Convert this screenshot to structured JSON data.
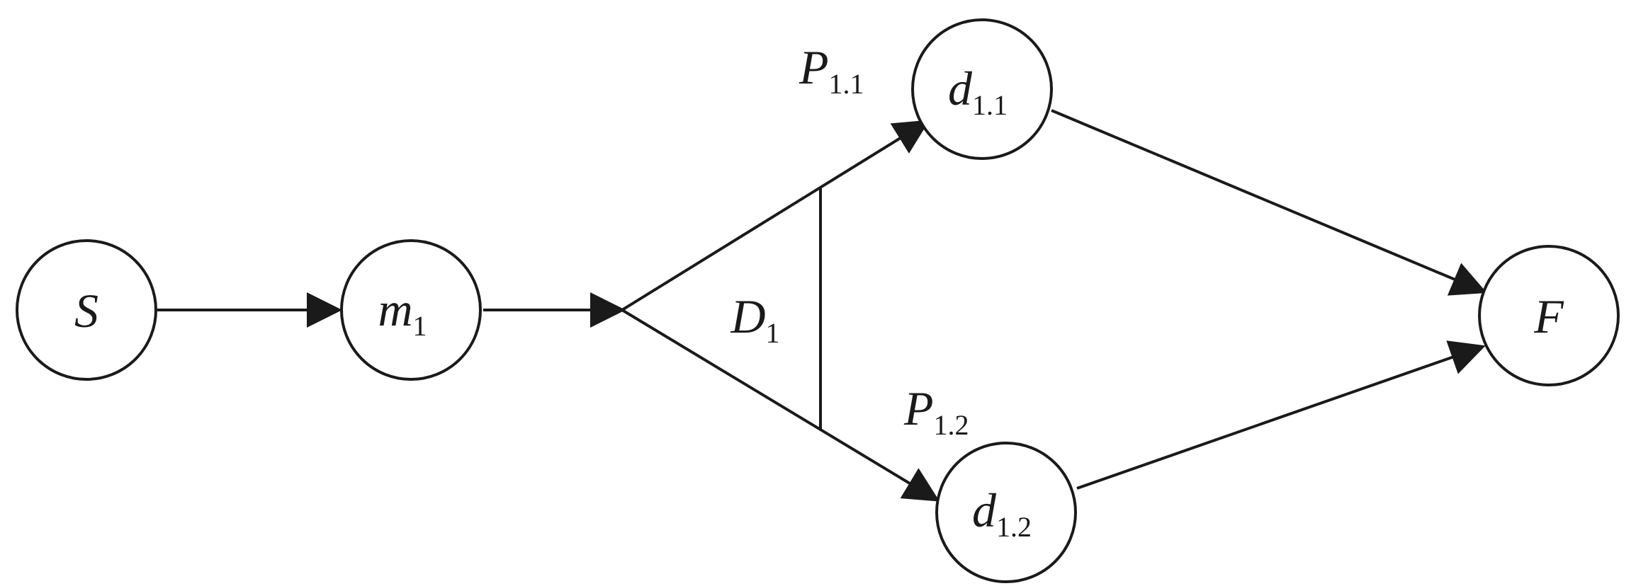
{
  "diagram": {
    "nodes": {
      "S": {
        "label": "S",
        "sub": ""
      },
      "m1": {
        "label": "m",
        "sub": "1"
      },
      "d11": {
        "label": "d",
        "sub": "1.1"
      },
      "d12": {
        "label": "d",
        "sub": "1.2"
      },
      "F": {
        "label": "F",
        "sub": ""
      }
    },
    "decision": {
      "label": "D",
      "sub": "1"
    },
    "branch_labels": {
      "p11": {
        "label": "P",
        "sub": "1.1"
      },
      "p12": {
        "label": "P",
        "sub": "1.2"
      }
    },
    "edges": [
      {
        "from": "S",
        "to": "m1"
      },
      {
        "from": "m1",
        "to": "D1"
      },
      {
        "from": "D1",
        "to": "d11"
      },
      {
        "from": "D1",
        "to": "d12"
      },
      {
        "from": "d11",
        "to": "F"
      },
      {
        "from": "d12",
        "to": "F"
      }
    ],
    "colors": {
      "stroke": "#1a1a1a",
      "background": "#ffffff"
    }
  }
}
